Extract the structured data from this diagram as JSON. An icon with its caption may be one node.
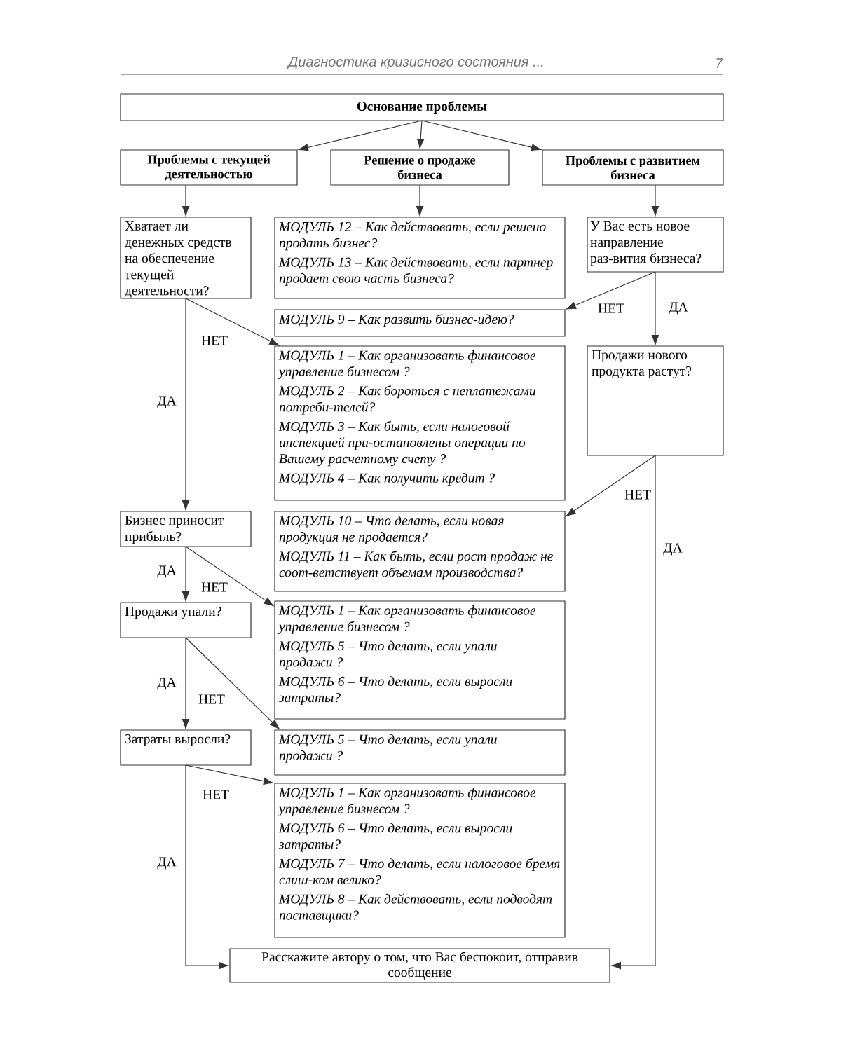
{
  "diagram": {
    "nodes": [
      {
        "text": [
          "Основание проблемы"
        ]
      },
      {
        "text": [
          "Проблемы с текущей деятельностью"
        ]
      },
      {
        "text": [
          "Решение о продаже бизнеса"
        ]
      },
      {
        "text": [
          "Проблемы с развитием бизнеса"
        ]
      },
      {
        "text": [
          "Хватает ли денежных средств на обеспечение текущей деятельности?"
        ]
      },
      {
        "text": [
          "МОДУЛЬ 12 – Как действовать, если решено продать бизнес?",
          "МОДУЛЬ 13 – Как действовать, если партнер продает свою часть бизнеса?"
        ]
      },
      {
        "text": [
          "У Вас есть новое направление раз-вития бизнеса?"
        ]
      },
      {
        "text": [
          "МОДУЛЬ 9 – Как развить бизнес-идею?"
        ]
      },
      {
        "text": [
          "МОДУЛЬ 1 – Как организовать финансовое управление бизнесом ?",
          "МОДУЛЬ 2 – Как бороться с неплатежами потреби-телей?",
          "МОДУЛЬ 3 – Как быть, если налоговой инспекцией при-остановлены операции по Вашему расчетному счету ?",
          "МОДУЛЬ 4 – Как получить кредит ?"
        ]
      },
      {
        "text": [
          "Продажи нового продукта растут?"
        ]
      },
      {
        "text": [
          "Бизнес приносит прибыль?"
        ]
      },
      {
        "text": [
          "МОДУЛЬ 10 – Что делать, если новая продукция не продается?",
          "МОДУЛЬ 11 – Как быть, если рост продаж не соот-ветствует объемам производства?"
        ]
      },
      {
        "text": [
          "Продажи упали?"
        ]
      },
      {
        "text": [
          "МОДУЛЬ 1 – Как организовать финансовое управление бизнесом ?",
          "МОДУЛЬ 5 – Что делать, если упали продажи ?",
          "МОДУЛЬ 6 – Что делать, если выросли затраты?"
        ]
      },
      {
        "text": [
          "Затраты выросли?"
        ]
      },
      {
        "text": [
          "МОДУЛЬ 5 – Что делать, если упали продажи ?"
        ]
      },
      {
        "text": [
          "МОДУЛЬ 1 – Как организовать финансовое управление бизнесом ?",
          "МОДУЛЬ 6 – Что делать, если выросли затраты?",
          "МОДУЛЬ 7 – Что делать, если налоговое бремя слиш-ком велико?",
          "МОДУЛЬ 8 – Как действовать, если подводят поставщики?"
        ]
      },
      {
        "text": [
          "Расскажите автору о том, что Вас беспокоит, отправив сообщение"
        ]
      }
    ],
    "edges": [
      {
        "from": 0,
        "to": 1,
        "arrow": "to"
      },
      {
        "from": 0,
        "to": 2,
        "arrow": "to"
      },
      {
        "from": 0,
        "to": 3,
        "arrow": "to"
      },
      {
        "from": 1,
        "to": 4,
        "arrow": "to"
      },
      {
        "from": 2,
        "to": 5,
        "arrow": "to"
      },
      {
        "from": 3,
        "to": 6,
        "arrow": "to"
      },
      {
        "from": 4,
        "to": 8,
        "arrow": "to",
        "label": "НЕТ"
      },
      {
        "from": 4,
        "to": 10,
        "arrow": "to",
        "label": "ДА"
      },
      {
        "from": 6,
        "to": 7,
        "arrow": "to",
        "label": "НЕТ"
      },
      {
        "from": 6,
        "to": 9,
        "arrow": "to",
        "label": "ДА"
      },
      {
        "from": 9,
        "to": 11,
        "arrow": "to",
        "label": "НЕТ"
      },
      {
        "from": 9,
        "to": 17,
        "arrow": "to",
        "label": "ДА"
      },
      {
        "from": 10,
        "to": 12,
        "arrow": "to",
        "label": "ДА"
      },
      {
        "from": 10,
        "to": 13,
        "arrow": "to",
        "label": "НЕТ"
      },
      {
        "from": 12,
        "to": 14,
        "arrow": "to",
        "label": "ДА"
      },
      {
        "from": 12,
        "to": 15,
        "arrow": "to",
        "label": "НЕТ"
      },
      {
        "from": 14,
        "to": 16,
        "arrow": "to",
        "label": "НЕТ"
      },
      {
        "from": 14,
        "to": 17,
        "arrow": "to",
        "label": "ДА"
      }
    ],
    "labels": [
      "Диагностика кризисного состояния ...",
      "7"
    ]
  }
}
